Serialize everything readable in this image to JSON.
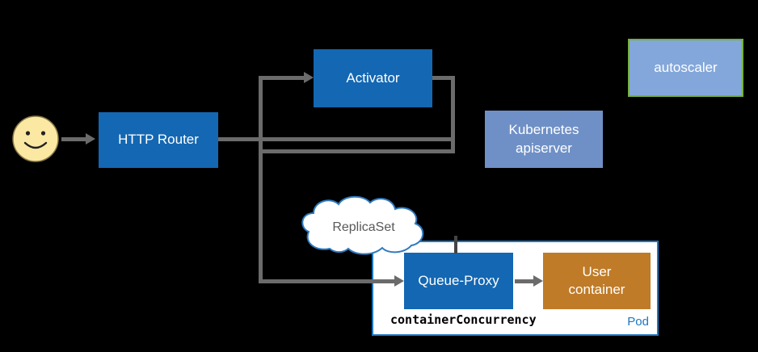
{
  "diagram": {
    "type": "architecture-diagram",
    "nodes": {
      "user": {
        "icon": "smiley-face"
      },
      "http_router": {
        "label": "HTTP Router"
      },
      "activator": {
        "label": "Activator"
      },
      "kubernetes_apiserver": {
        "label": "Kubernetes apiserver"
      },
      "autoscaler": {
        "label": "autoscaler"
      },
      "replicaset": {
        "label": "ReplicaSet"
      },
      "pod": {
        "label": "Pod",
        "annotation": "containerConcurrency"
      },
      "queue_proxy": {
        "label": "Queue-Proxy"
      },
      "user_container": {
        "label": "User container"
      }
    },
    "colors": {
      "background": "#000000",
      "node_blue": "#1467b2",
      "apiserver_blue": "#6f90c6",
      "autoscaler_fill": "#83a7da",
      "autoscaler_border": "#76b041",
      "user_container_orange": "#bf7b27",
      "pod_border": "#1d76c2",
      "connector_gray": "#6b6b6b",
      "cloud_stroke": "#2f7ac0",
      "smiley_yellow": "#fbe8a2",
      "replicaset_text": "#595959"
    }
  }
}
